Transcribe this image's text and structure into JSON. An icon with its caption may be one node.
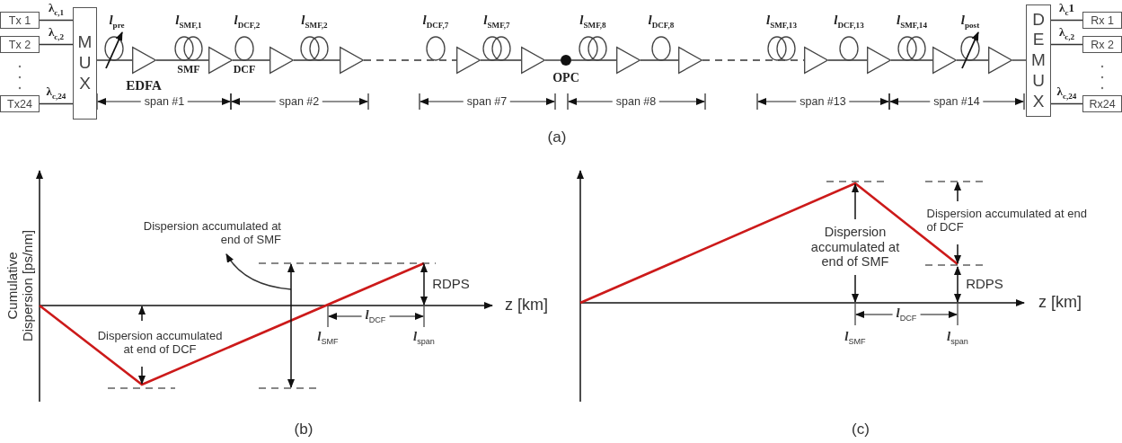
{
  "diagram": {
    "nodes": [
      {
        "text": [
          "Tx 1"
        ]
      },
      {
        "text": [
          "Tx 2"
        ]
      },
      {
        "text": [
          "Tx24"
        ]
      },
      {
        "text": [
          "M U X"
        ]
      },
      {
        "text": [
          "D E M U X"
        ]
      },
      {
        "text": [
          "Rx 1"
        ]
      },
      {
        "text": [
          "Rx 2"
        ]
      },
      {
        "text": [
          "Rx24"
        ]
      },
      {
        "text": [
          "Dispersion accumulated at end of SMF"
        ]
      },
      {
        "text": [],
        "shape": "triangle"
      },
      {
        "text": [],
        "shape": "triangle"
      },
      {
        "text": [],
        "shape": "triangle"
      },
      {
        "text": [],
        "shape": "triangle"
      },
      {
        "text": [],
        "shape": "triangle"
      },
      {
        "text": [],
        "shape": "triangle"
      },
      {
        "text": [],
        "shape": "triangle"
      },
      {
        "text": [],
        "shape": "triangle"
      },
      {
        "text": [],
        "shape": "triangle"
      },
      {
        "text": [],
        "shape": "triangle"
      },
      {
        "text": [],
        "shape": "triangle"
      },
      {
        "text": [],
        "shape": "triangle"
      },
      {
        "text": [],
        "shape": "circle"
      }
    ],
    "edges": [
      {
        "from": 0,
        "to": 3,
        "arrow": "none",
        "label": "λ$_{c,1}$"
      },
      {
        "from": 1,
        "to": 3,
        "arrow": "none",
        "label": "λ$_{c,2}$"
      },
      {
        "from": 2,
        "to": 3,
        "arrow": "none",
        "label": "λ$_{c,24}$"
      },
      {
        "from": 3,
        "to": 9,
        "arrow": "none"
      },
      {
        "from": 9,
        "to": 10,
        "arrow": "none"
      },
      {
        "from": 10,
        "to": 11,
        "arrow": "none"
      },
      {
        "from": 11,
        "to": 12,
        "arrow": "none"
      },
      {
        "from": 12,
        "to": 13,
        "arrow": "none",
        "style": "dashed"
      },
      {
        "from": 13,
        "to": 14,
        "arrow": "none"
      },
      {
        "from": 14,
        "to": 21,
        "arrow": "none"
      },
      {
        "from": 21,
        "to": 15,
        "arrow": "none"
      },
      {
        "from": 15,
        "to": 16,
        "arrow": "none"
      },
      {
        "from": 16,
        "to": 17,
        "arrow": "none",
        "style": "dashed"
      },
      {
        "from": 17,
        "to": 18,
        "arrow": "none"
      },
      {
        "from": 18,
        "to": 19,
        "arrow": "none"
      },
      {
        "from": 19,
        "to": 20,
        "arrow": "none"
      },
      {
        "from": 20,
        "to": 4,
        "arrow": "none"
      },
      {
        "from": 4,
        "to": 5,
        "arrow": "none",
        "label": "λ$_{c}$1"
      },
      {
        "from": 4,
        "to": 6,
        "arrow": "none",
        "label": "λ$_{c,2}$"
      },
      {
        "from": 4,
        "to": 7,
        "arrow": "none",
        "label": "λ$_{c,24}$"
      },
      {
        "from": null,
        "to": 8,
        "arrow": "to"
      }
    ],
    "labels": [
      "*l*$_{pre}$",
      "*l*$_{SMF,1}$",
      "*l*$_{DCF,2}$",
      "*l*$_{SMF,2}$",
      "*l*$_{DCF,7}$",
      "*l*$_{SMF,7}$",
      "*l*$_{SMF,8}$",
      "*l*$_{DCF,8}$",
      "*l*$_{SMF,13}$",
      "*l*$_{DCF,13}$",
      "*l*$_{SMF,14}$",
      "*l*$_{post}$",
      "SMF",
      "DCF",
      "OPC",
      "EDFA",
      "span #1",
      "span #2",
      "span #7",
      "span #8",
      "span #13",
      "span #14",
      "(a)",
      "Cumulative Dispersion [ps/nm]",
      "RDPS",
      "z [km]",
      "Dispersion accumulated at end of DCF",
      "*l*$_{DCF}$",
      "*l*$_{SMF}$",
      "*l*$_{span}$",
      "(b)",
      "Dispersion accumulated at end of DCF",
      "Dispersion accumulated at end of SMF",
      "RDPS",
      "z [km]",
      "*l*$_{DCF}$",
      "*l*$_{SMF}$",
      "*l*$_{span}$",
      "(c)"
    ]
  }
}
